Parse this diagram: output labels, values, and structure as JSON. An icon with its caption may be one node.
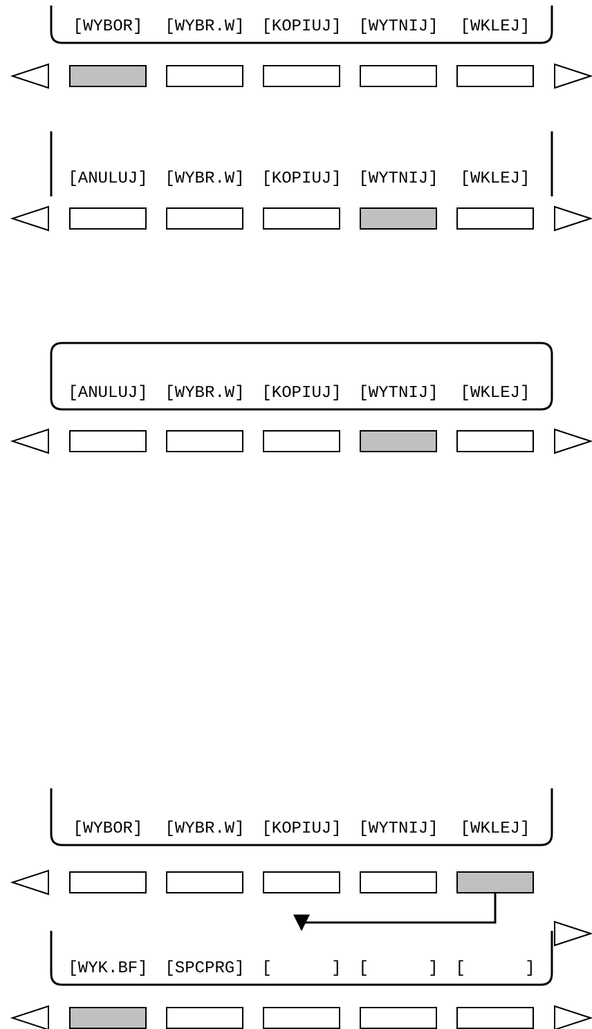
{
  "diagram": {
    "nodes": [
      {
        "text": [
          "[WYBOR]",
          "[WYBR.W]",
          "[KOPIUJ]",
          "[WYTNIJ]",
          "[WKLEJ]"
        ]
      },
      {
        "text": [],
        "shape": "triangle"
      },
      {
        "text": [],
        "shape": "box"
      },
      {
        "text": [],
        "shape": "box"
      },
      {
        "text": [],
        "shape": "box"
      },
      {
        "text": [],
        "shape": "box"
      },
      {
        "text": [],
        "shape": "box"
      },
      {
        "text": [],
        "shape": "triangle"
      },
      {
        "text": [
          "[ANULUJ]",
          "[WYBR.W]",
          "[KOPIUJ]",
          "[WYTNIJ]",
          "[WKLEJ]"
        ]
      },
      {
        "text": [],
        "shape": "triangle"
      },
      {
        "text": [],
        "shape": "box"
      },
      {
        "text": [],
        "shape": "box"
      },
      {
        "text": [],
        "shape": "box"
      },
      {
        "text": [],
        "shape": "box"
      },
      {
        "text": [],
        "shape": "box"
      },
      {
        "text": [],
        "shape": "triangle"
      },
      {
        "text": [
          "[ANULUJ]",
          "[WYBR.W]",
          "[KOPIUJ]",
          "[WYTNIJ]",
          "[WKLEJ]"
        ]
      },
      {
        "text": [],
        "shape": "triangle"
      },
      {
        "text": [],
        "shape": "box"
      },
      {
        "text": [],
        "shape": "box"
      },
      {
        "text": [],
        "shape": "box"
      },
      {
        "text": [],
        "shape": "box"
      },
      {
        "text": [],
        "shape": "box"
      },
      {
        "text": [],
        "shape": "triangle"
      },
      {
        "text": [
          "[WYBOR]",
          "[WYBR.W]",
          "[KOPIUJ]",
          "[WYTNIJ]",
          "[WKLEJ]"
        ]
      },
      {
        "text": [],
        "shape": "triangle"
      },
      {
        "text": [],
        "shape": "box"
      },
      {
        "text": [],
        "shape": "box"
      },
      {
        "text": [],
        "shape": "box"
      },
      {
        "text": [],
        "shape": "box"
      },
      {
        "text": [],
        "shape": "box"
      },
      {
        "text": [
          "[WYK.BF]",
          "[SPCPRG]",
          "[      ]",
          "[      ]",
          "[      ]"
        ]
      },
      {
        "text": [],
        "shape": "triangle"
      },
      {
        "text": [],
        "shape": "triangle"
      },
      {
        "text": [],
        "shape": "box"
      },
      {
        "text": [],
        "shape": "box"
      },
      {
        "text": [],
        "shape": "box"
      },
      {
        "text": [],
        "shape": "box"
      },
      {
        "text": [],
        "shape": "box"
      },
      {
        "text": [],
        "shape": "triangle"
      }
    ],
    "edges": [
      {
        "from": 30,
        "to": 31,
        "arrow": "to"
      }
    ]
  }
}
